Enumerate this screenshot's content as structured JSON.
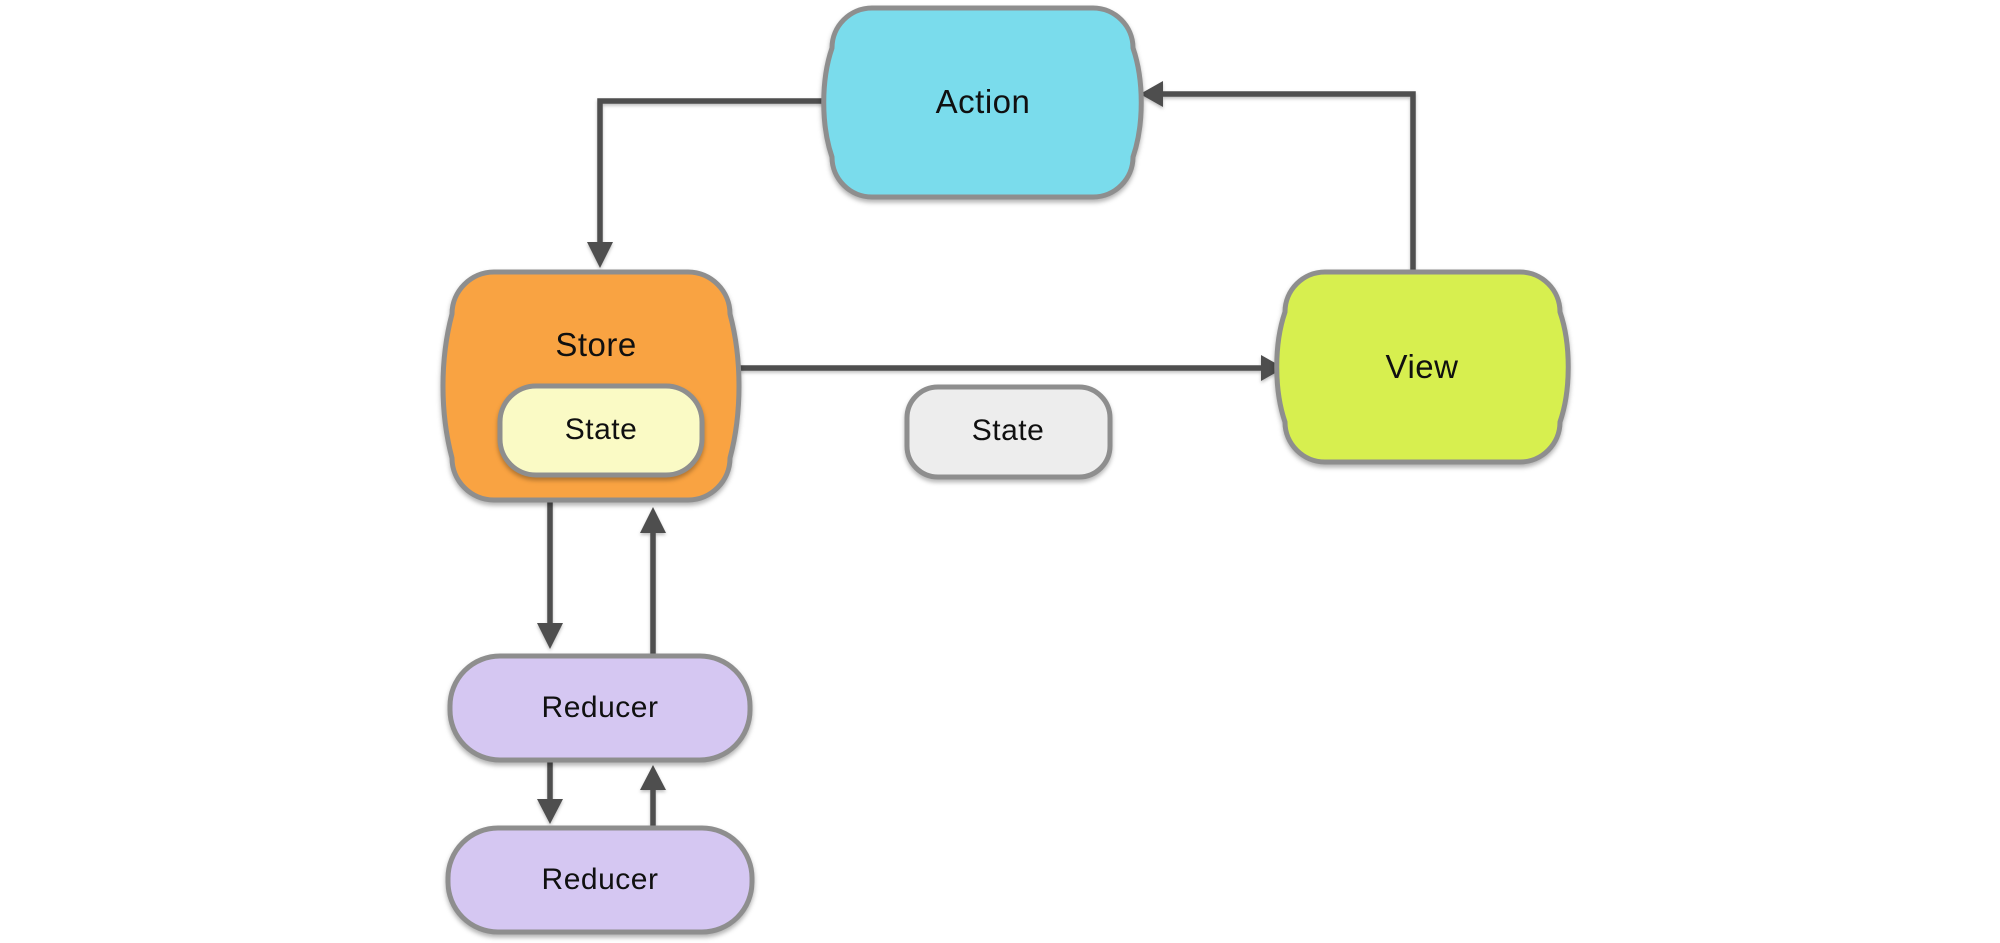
{
  "diagram": {
    "nodes": {
      "action": {
        "label": "Action",
        "fill": "#7ADCEC"
      },
      "store": {
        "label": "Store",
        "fill": "#F9A342"
      },
      "state_in_store": {
        "label": "State",
        "fill": "#FAFAC5"
      },
      "state_passed": {
        "label": "State",
        "fill": "#EDEDED"
      },
      "view": {
        "label": "View",
        "fill": "#D7EF4F"
      },
      "reducer_top": {
        "label": "Reducer",
        "fill": "#D5C7F2"
      },
      "reducer_bottom": {
        "label": "Reducer",
        "fill": "#D5C7F2"
      }
    },
    "edges": [
      {
        "from": "view",
        "to": "action"
      },
      {
        "from": "action",
        "to": "store"
      },
      {
        "from": "store",
        "to": "view"
      },
      {
        "from": "store",
        "to": "reducer_top"
      },
      {
        "from": "reducer_top",
        "to": "store"
      },
      {
        "from": "reducer_top",
        "to": "reducer_bottom"
      },
      {
        "from": "reducer_bottom",
        "to": "reducer_top"
      }
    ],
    "colors": {
      "background": "#FFFFFF",
      "node_border": "#8E8E8E",
      "arrow": "#4E4E4E",
      "text": "#101010"
    }
  }
}
